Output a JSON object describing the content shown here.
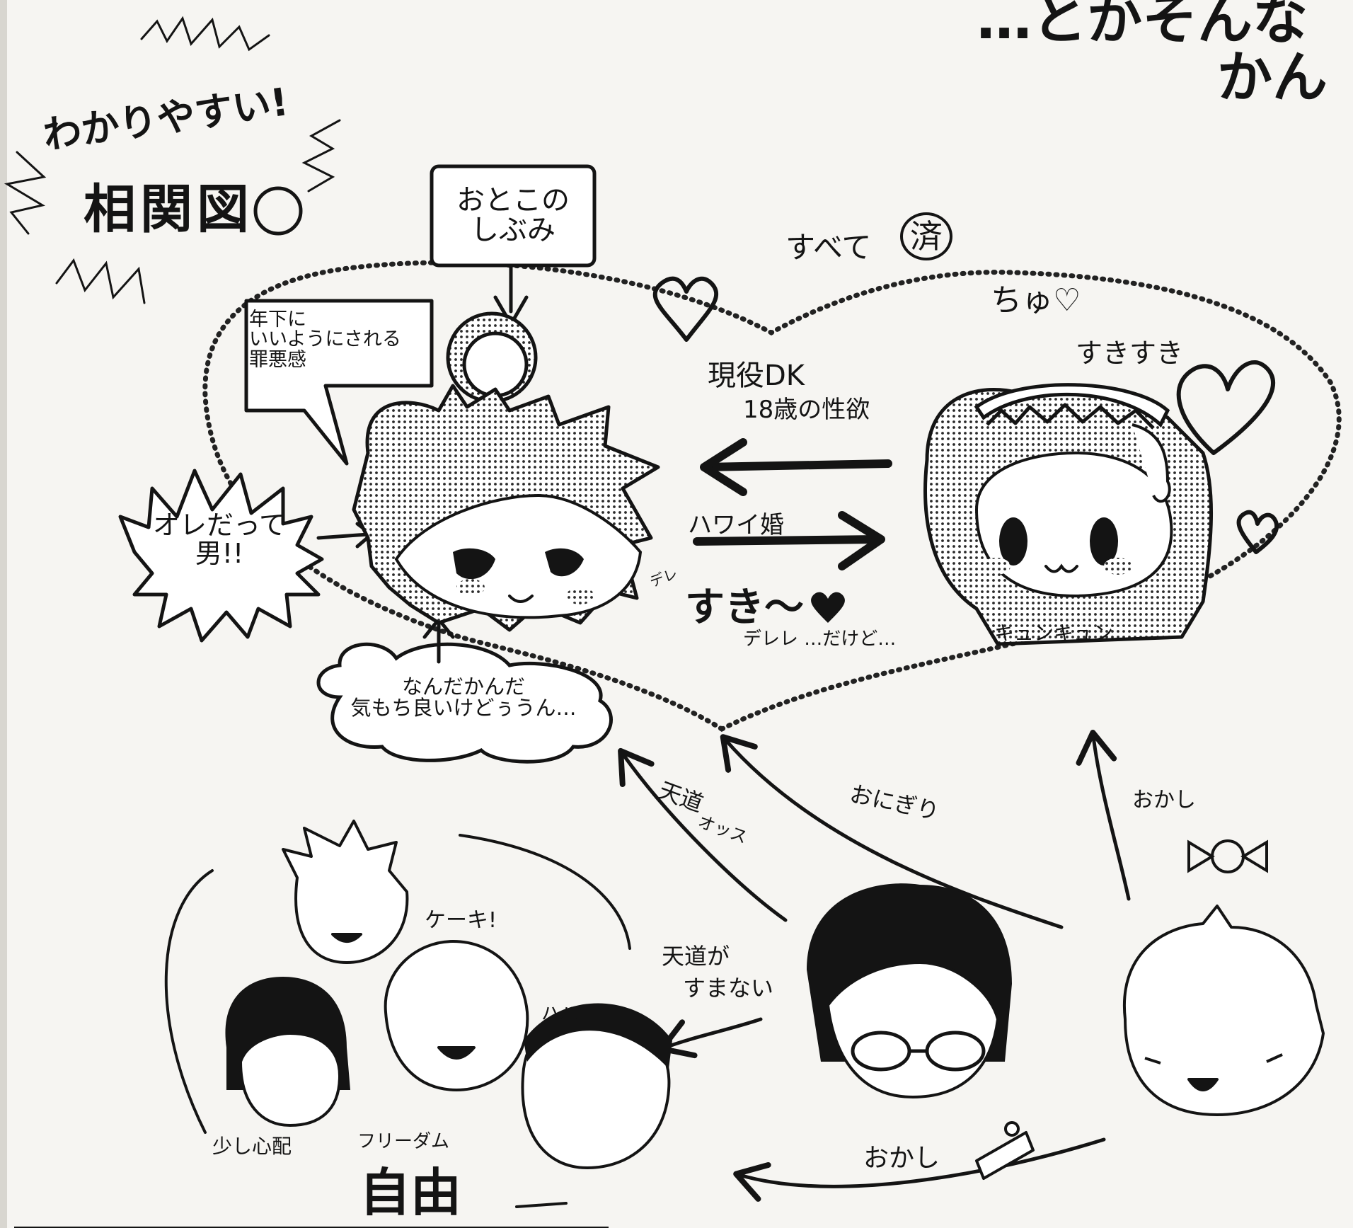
{
  "title": {
    "subtitle": "わかりやすい!",
    "main": "相関図"
  },
  "corner_caption": {
    "line1": "…とかそんな",
    "line2": "かん"
  },
  "callouts": {
    "man_burden": "おとこの\nしぶみ",
    "guilt": "年下に\nいいようにされる\n罪悪感",
    "im_a_man": "オレだって\n男!!",
    "mixed_feelings": "なんだかんだ\n気もち良いけどぅうん…"
  },
  "relations": {
    "all_done": "すべて",
    "all_done_stamp": "済",
    "kiss": "ちゅ♡",
    "suki_suki": "すきすき",
    "libido_line1": "現役DK",
    "libido_line2": "18歳の性欲",
    "hawaii": "ハワイ婚",
    "dere": "デレ",
    "suki": "すき〜",
    "dere_dake": "デレレ …だけど…",
    "kyun": "キュンキュン",
    "tendou_line1": "天道",
    "tendou_line2": "オッス",
    "onigiri": "おにぎり",
    "okashi_top": "おかし",
    "cake": "ケーキ!",
    "tendou_sorry_1": "天道が",
    "tendou_sorry_2": "すまない",
    "haha": "ハハ",
    "sukoshi": "少し心配",
    "freedom_label": "フリーダム",
    "freedom": "自由",
    "okashi_bottom": "おかし"
  },
  "characters": [
    {
      "name": "center-boy",
      "shading": "dotted"
    },
    {
      "name": "maid-girl",
      "shading": "dotted"
    },
    {
      "name": "glasses-boy",
      "shading": "solid"
    },
    {
      "name": "light-hair-boy",
      "shading": "none"
    },
    {
      "name": "spiky-boy",
      "shading": "none"
    },
    {
      "name": "dark-hair-boy",
      "shading": "solid"
    },
    {
      "name": "smiling-boy",
      "shading": "none"
    },
    {
      "name": "headband-boy",
      "shading": "solid"
    }
  ],
  "colors": {
    "paper": "#f6f5f2",
    "ink": "#141414",
    "dot": "#2a2a2a"
  }
}
